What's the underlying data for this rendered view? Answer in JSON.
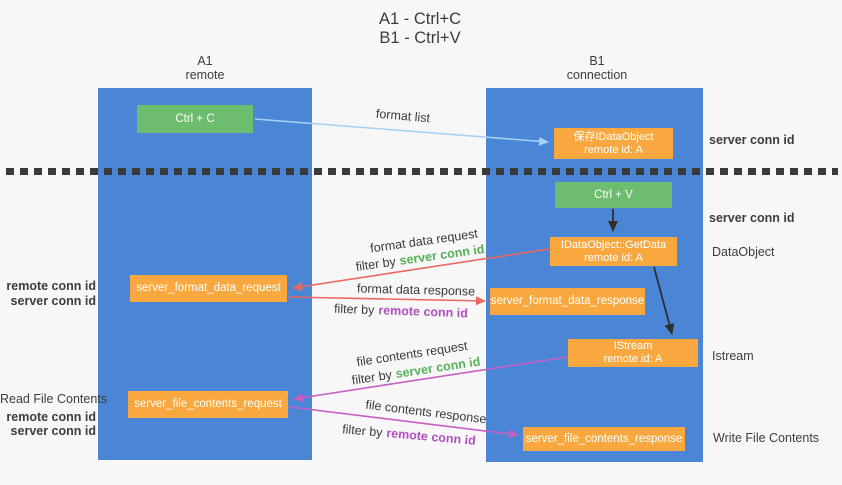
{
  "title": {
    "line1": "A1 - Ctrl+C",
    "line2": "B1 - Ctrl+V"
  },
  "lanes": {
    "a1": {
      "name": "A1",
      "role": "remote"
    },
    "b1": {
      "name": "B1",
      "role": "connection"
    }
  },
  "nodes": {
    "ctrl_c": {
      "label": "Ctrl + C"
    },
    "ctrl_v": {
      "label": "Ctrl + V"
    },
    "save_dataobject": {
      "line1": "保存IDataObject",
      "line2": "remote id: A"
    },
    "getdata": {
      "line1": "IDataObject::GetData",
      "line2": "remote id: A"
    },
    "istream": {
      "line1": "IStream",
      "line2": "remote id: A"
    },
    "format_request": {
      "label": "server_format_data_request"
    },
    "format_response": {
      "label": "server_format_data_response"
    },
    "file_request": {
      "label": "server_file_contents_request"
    },
    "file_response": {
      "label": "server_file_contents_response"
    }
  },
  "strings": {
    "filter_by": "filter by",
    "server_conn_id": "server conn id",
    "remote_conn_id": "remote conn id"
  },
  "arrow_labels": {
    "format_list": "format list",
    "format_data_request": "format data request",
    "format_data_response": "format data response",
    "file_contents_request": "file contents request",
    "file_contents_response": "file contents response"
  },
  "side_labels": {
    "dataobject": "DataObject",
    "istream": "Istream",
    "write_file_contents": "Write File Contents",
    "read_file_contents": "Read File Contents"
  },
  "colors": {
    "lane_blue": "#4b86d6",
    "node_green": "#6ebd6e",
    "node_orange": "#f8a83e",
    "arrow_lightblue": "#a6d2f2",
    "arrow_salmon": "#ec6762",
    "arrow_magenta": "#c55fc2",
    "arrow_black": "#2f2f2f",
    "text_green": "#55b158",
    "text_purple": "#b14fc0",
    "text_dark": "#3c3c3c",
    "background": "#f7f7f7"
  }
}
